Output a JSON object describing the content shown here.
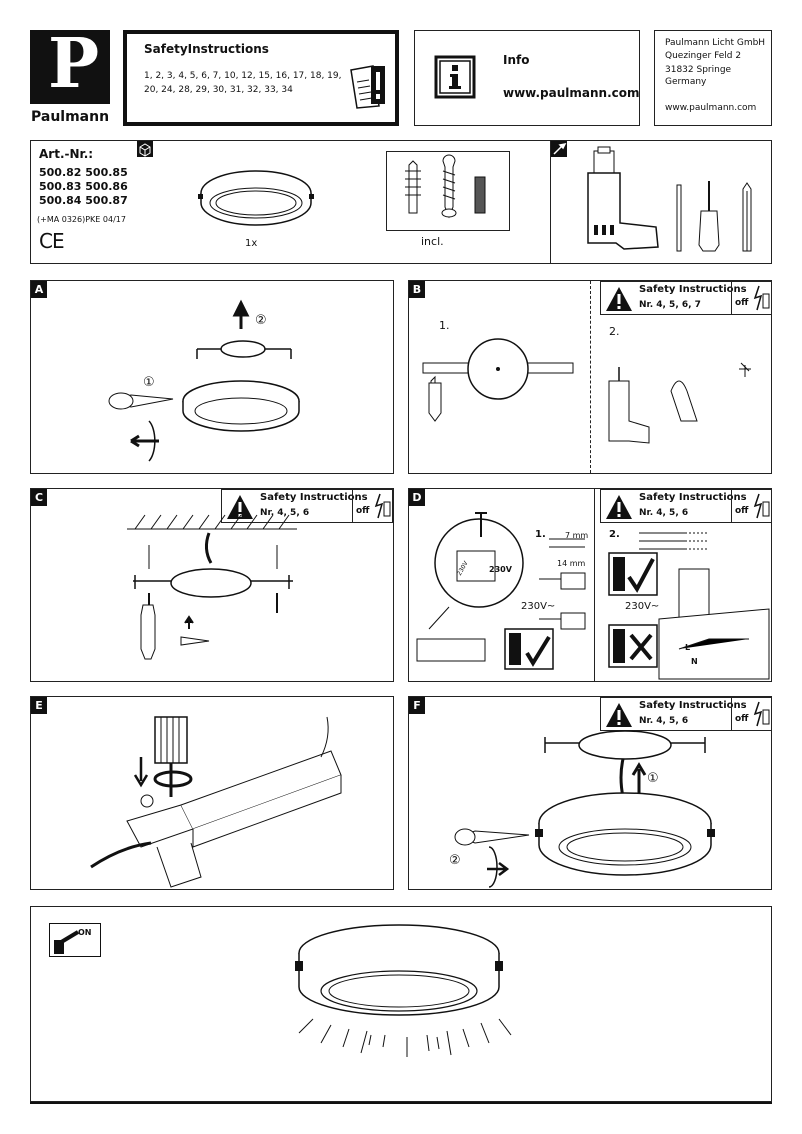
{
  "brand": {
    "logo_letter": "P",
    "name": "Paulmann"
  },
  "safety_header": {
    "title": "SafetyInstructions",
    "numbers_line1": "1, 2, 3, 4, 5, 6, 7, 10, 12, 15, 16, 17, 18, 19,",
    "numbers_line2": "20, 24, 28, 29, 30, 31, 32, 33, 34"
  },
  "info": {
    "title": "Info",
    "url": "www.paulmann.com"
  },
  "address": {
    "line1": "Paulmann Licht GmbH",
    "line2": "Quezinger Feld 2",
    "line3": "31832 Springe",
    "line4": "Germany",
    "web": "www.paulmann.com"
  },
  "article": {
    "label": "Art.-Nr.:",
    "numbers": [
      "500.82  500.85",
      "500.83  500.86",
      "500.84  500.87"
    ],
    "code": "(+MA 0326)PKE 04/17",
    "ce": "CE",
    "qty": "1x",
    "incl": "incl."
  },
  "panels": {
    "a": {
      "label": "A",
      "step1": "①",
      "step2": "②"
    },
    "b": {
      "label": "B",
      "step1": "1.",
      "step2": "2.",
      "safety_title": "Safety Instructions",
      "safety_nr": "Nr. 4, 5, 6, 7",
      "off": "off"
    },
    "c": {
      "label": "C",
      "safety_title": "Safety Instructions",
      "safety_nr": "Nr. 4, 5, 6",
      "off": "off"
    },
    "d": {
      "label": "D",
      "step1": "1.",
      "step2": "2.",
      "mm7": "7 mm",
      "mm14": "14 mm",
      "v1": "230V",
      "v2": "230V~",
      "v3": "230V~",
      "v_small": "230V",
      "l": "L",
      "n": "N",
      "safety_title": "Safety Instructions",
      "safety_nr": "Nr. 4, 5, 6",
      "off": "off"
    },
    "e": {
      "label": "E"
    },
    "f": {
      "label": "F",
      "step1": "①",
      "step2": "②",
      "safety_title": "Safety Instructions",
      "safety_nr": "Nr. 4, 5, 6",
      "off": "off"
    },
    "on": {
      "label": "ON"
    }
  }
}
